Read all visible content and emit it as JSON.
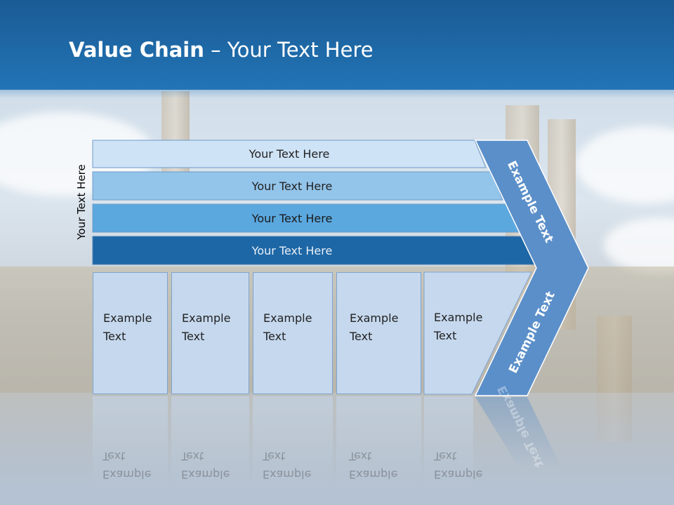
{
  "title": {
    "bold": "Value Chain",
    "rest": " – Your Text Here"
  },
  "side_label": "Your Text Here",
  "bars": [
    {
      "label": "Your Text Here",
      "fill": "#cfe3f6",
      "text_color": "#222222"
    },
    {
      "label": "Your Text Here",
      "fill": "#93c4ea",
      "text_color": "#222222"
    },
    {
      "label": "Your Text Here",
      "fill": "#5ba8df",
      "text_color": "#1a1a1a"
    },
    {
      "label": "Your Text Here",
      "fill": "#1e67a6",
      "text_color": "#e8f0f8"
    }
  ],
  "columns": [
    {
      "line1": "Example",
      "line2": "Text"
    },
    {
      "line1": "Example",
      "line2": "Text"
    },
    {
      "line1": "Example",
      "line2": "Text"
    },
    {
      "line1": "Example",
      "line2": "Text"
    },
    {
      "line1": "Example",
      "line2": "Text"
    }
  ],
  "chevron": {
    "upper_label": "Example Text",
    "lower_label": "Example Text",
    "fill": "#5b8fc9"
  }
}
